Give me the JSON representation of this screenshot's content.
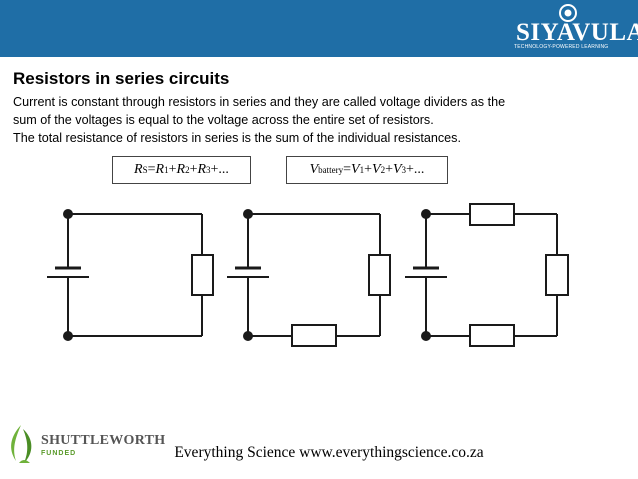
{
  "header": {
    "brand_name": "SIYAVULA",
    "brand_tagline": "TECHNOLOGY-POWERED LEARNING",
    "brand_color": "#1f6ea6"
  },
  "slide": {
    "title": "Resistors in series circuits",
    "lines": [
      "Current is constant through resistors in series and they are called voltage dividers as the",
      "sum of the voltages is equal to the voltage across the entire set of resistors.",
      "The total resistance of resistors in series is the sum of the individual resistances."
    ]
  },
  "formulas": {
    "resistance": {
      "lhs": "R",
      "lhs_sub": "S",
      "eq": "=",
      "terms": [
        {
          "sym": "R",
          "sub": "1",
          "op": "+"
        },
        {
          "sym": "R",
          "sub": "2",
          "op": "+"
        },
        {
          "sym": "R",
          "sub": "3",
          "op": "+..."
        }
      ]
    },
    "voltage": {
      "lhs": "V",
      "lhs_sub": "battery",
      "eq": "=",
      "terms": [
        {
          "sym": "V",
          "sub": "1",
          "op": "+"
        },
        {
          "sym": "V",
          "sub": "2",
          "op": "+"
        },
        {
          "sym": "V",
          "sub": "3",
          "op": "+..."
        }
      ]
    }
  },
  "circuits": {
    "count": 3,
    "resistors_per_circuit": [
      1,
      2,
      3
    ]
  },
  "sponsor": {
    "name": "SHUTTLEWORTH",
    "subtitle": "FUNDED"
  },
  "footer": {
    "text": "Everything Science www.everythingscience.co.za"
  }
}
